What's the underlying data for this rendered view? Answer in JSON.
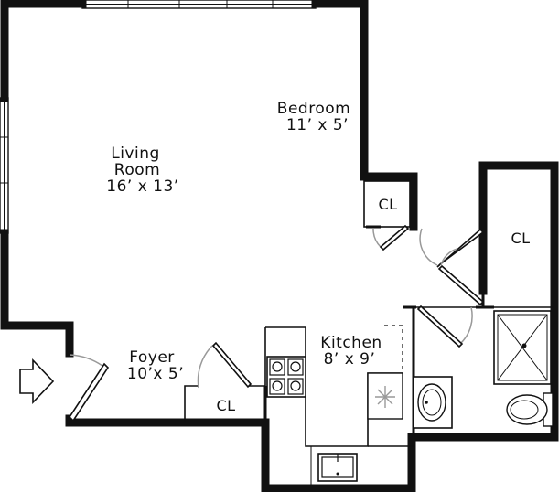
{
  "rooms": {
    "living": {
      "name_line1": "Living",
      "name_line2": "Room",
      "size": "16’ x 13’"
    },
    "bedroom": {
      "name": "Bedroom",
      "size": "11’ x 5’"
    },
    "kitchen": {
      "name": "Kitchen",
      "size": "8’ x 9’"
    },
    "foyer": {
      "name": "Foyer",
      "size": "10’x 5’"
    },
    "closets": [
      "CL",
      "CL",
      "CL"
    ]
  }
}
